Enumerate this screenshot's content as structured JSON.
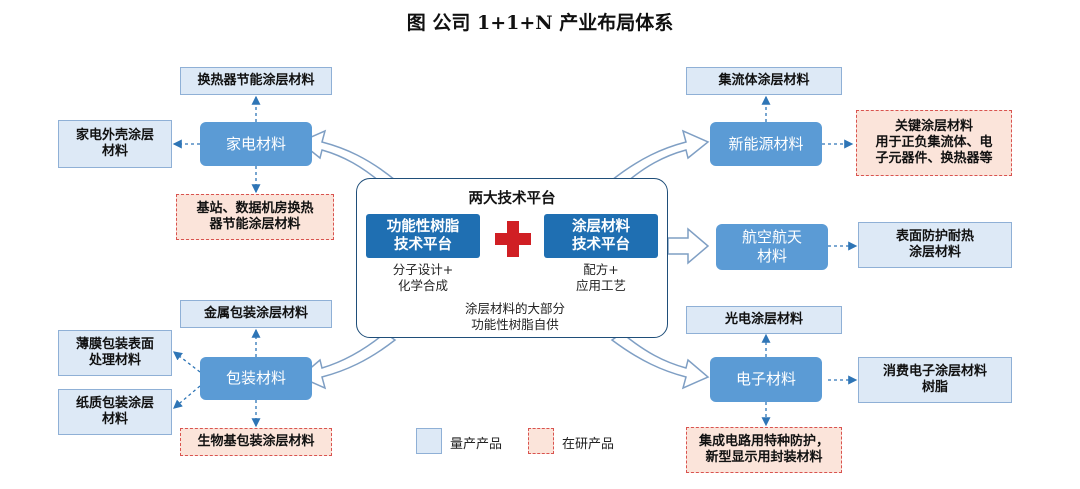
{
  "title": "图 公司 1+1+N 产业布局体系",
  "center": {
    "title": "两大技术平台",
    "platform_left": {
      "label": "功能性树脂\n技术平台",
      "desc": "分子设计+\n化学合成"
    },
    "platform_right": {
      "label": "涂层材料\n技术平台",
      "desc": "配方+\n应用工艺"
    },
    "note": "涂层材料的大部分\n功能性树脂自供"
  },
  "categories": {
    "appliance": "家电材料",
    "new_energy": "新能源材料",
    "aerospace": "航空航天\n材料",
    "packaging": "包装材料",
    "electronics": "电子材料"
  },
  "products": {
    "heat_exchanger": "换热器节能涂层材料",
    "appliance_shell": "家电外壳涂层\n材料",
    "base_station": "基站、数据机房换热\n器节能涂层材料",
    "current_collector": "集流体涂层材料",
    "key_coating": "关键涂层材料\n用于正负集流体、电\n子元器件、换热器等",
    "surface_protection": "表面防护耐热\n涂层材料",
    "metal_packaging": "金属包装涂层材料",
    "film_packaging": "薄膜包装表面\n处理材料",
    "paper_packaging": "纸质包装涂层\n材料",
    "bio_packaging": "生物基包装涂层材料",
    "optoelectronic": "光电涂层材料",
    "consumer_electronics": "消费电子涂层材料\n树脂",
    "ic_protection": "集成电路用特种防护，\n新型显示用封装材料"
  },
  "legend": {
    "mass_production": "量产产品",
    "in_development": "在研产品"
  },
  "colors": {
    "category": "#5b9bd5",
    "platform": "#1f6fb2",
    "mass_fill": "#dde9f6",
    "rnd_fill": "#fbe4da",
    "rnd_border": "#d9534f",
    "cross": "#d01f24"
  }
}
